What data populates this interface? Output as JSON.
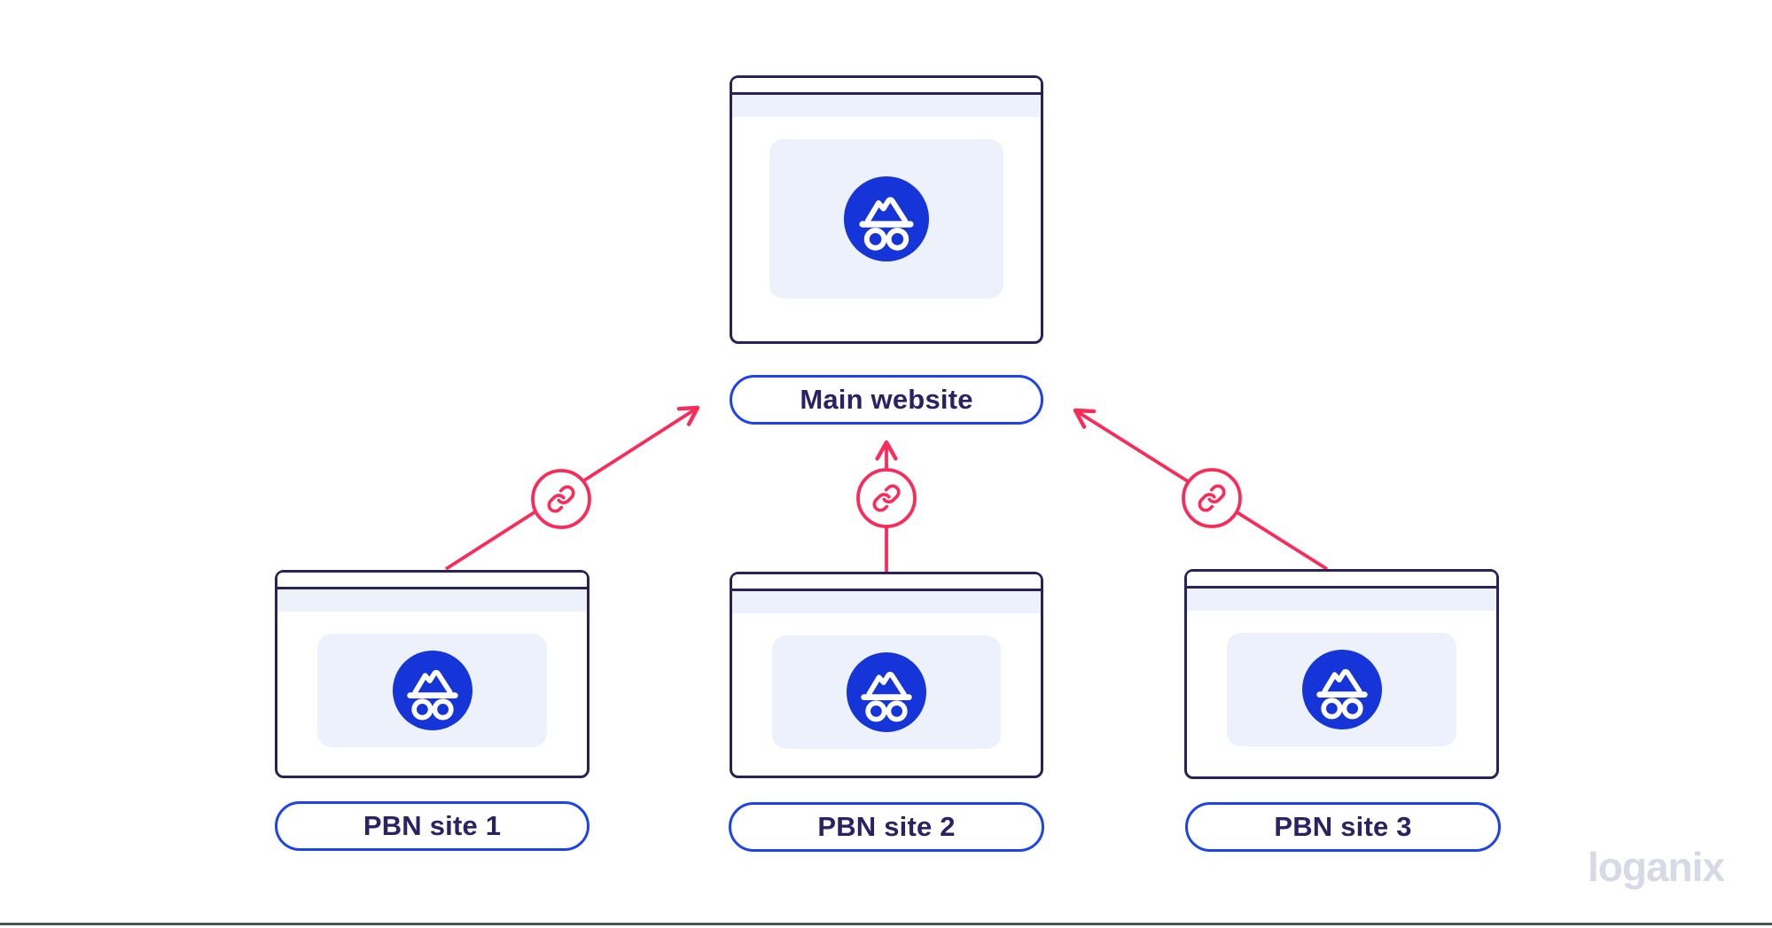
{
  "diagram": {
    "main_site": {
      "label": "Main website"
    },
    "pbn_sites": [
      {
        "label": "PBN site 1"
      },
      {
        "label": "PBN site 2"
      },
      {
        "label": "PBN site 3"
      }
    ],
    "edges": [
      {
        "from": "PBN site 1",
        "to": "Main website",
        "icon": "link-icon"
      },
      {
        "from": "PBN site 2",
        "to": "Main website",
        "icon": "link-icon"
      },
      {
        "from": "PBN site 3",
        "to": "Main website",
        "icon": "link-icon"
      }
    ],
    "node_icon": "incognito-browser-icon"
  },
  "branding": {
    "logo_text": "loganix"
  },
  "colors": {
    "accent_blue": "#1d43ee",
    "icon_blue": "#1535d8",
    "dark_navy": "#2b2159",
    "arrow_red": "#fb2b59",
    "panel_lavender": "#edf1fb",
    "logo_gray": "#d8d9e6",
    "bottom_rule": "#46594d"
  }
}
